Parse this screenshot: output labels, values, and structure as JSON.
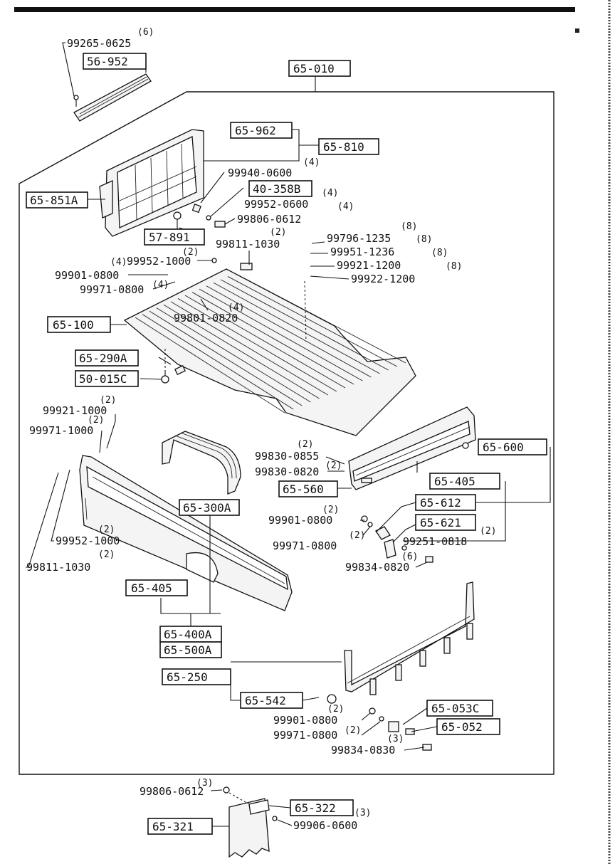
{
  "assembly_label": "65-010",
  "boxed_labels": [
    {
      "id": "56-952",
      "text": "56-952"
    },
    {
      "id": "65-962",
      "text": "65-962"
    },
    {
      "id": "65-810",
      "text": "65-810"
    },
    {
      "id": "40-358B",
      "text": "40-358B"
    },
    {
      "id": "65-851A",
      "text": "65-851A"
    },
    {
      "id": "57-891",
      "text": "57-891"
    },
    {
      "id": "65-100",
      "text": "65-100"
    },
    {
      "id": "65-290A",
      "text": "65-290A"
    },
    {
      "id": "50-015C",
      "text": "50-015C"
    },
    {
      "id": "65-600",
      "text": "65-600"
    },
    {
      "id": "65-560",
      "text": "65-560"
    },
    {
      "id": "65-405-r",
      "text": "65-405"
    },
    {
      "id": "65-612",
      "text": "65-612"
    },
    {
      "id": "65-621",
      "text": "65-621"
    },
    {
      "id": "65-300A",
      "text": "65-300A"
    },
    {
      "id": "65-405-l",
      "text": "65-405"
    },
    {
      "id": "65-400A",
      "text": "65-400A"
    },
    {
      "id": "65-500A",
      "text": "65-500A"
    },
    {
      "id": "65-250",
      "text": "65-250"
    },
    {
      "id": "65-542",
      "text": "65-542"
    },
    {
      "id": "65-053C",
      "text": "65-053C"
    },
    {
      "id": "65-052",
      "text": "65-052"
    },
    {
      "id": "65-322",
      "text": "65-322"
    },
    {
      "id": "65-321",
      "text": "65-321"
    }
  ],
  "part_numbers": [
    {
      "id": "p1",
      "text": "99265-0625"
    },
    {
      "id": "p2",
      "text": "99940-0600"
    },
    {
      "id": "p3",
      "text": "99952-0600"
    },
    {
      "id": "p4",
      "text": "99806-0612"
    },
    {
      "id": "p5",
      "text": "99811-1030"
    },
    {
      "id": "p6",
      "text": "99952-1000"
    },
    {
      "id": "p7",
      "text": "99901-0800"
    },
    {
      "id": "p8",
      "text": "99971-0800"
    },
    {
      "id": "p9",
      "text": "99801-0820"
    },
    {
      "id": "p10",
      "text": "99796-1235"
    },
    {
      "id": "p11",
      "text": "99951-1236"
    },
    {
      "id": "p12",
      "text": "99921-1200"
    },
    {
      "id": "p13",
      "text": "99922-1200"
    },
    {
      "id": "p14",
      "text": "99921-1000"
    },
    {
      "id": "p15",
      "text": "99971-1000"
    },
    {
      "id": "p16",
      "text": "99830-0855"
    },
    {
      "id": "p17",
      "text": "99830-0820"
    },
    {
      "id": "p18",
      "text": "99901-0800"
    },
    {
      "id": "p19",
      "text": "99971-0800"
    },
    {
      "id": "p20",
      "text": "99251-0818"
    },
    {
      "id": "p21",
      "text": "99834-0820"
    },
    {
      "id": "p22",
      "text": "99952-1000"
    },
    {
      "id": "p23",
      "text": "99811-1030"
    },
    {
      "id": "p24",
      "text": "99901-0800"
    },
    {
      "id": "p25",
      "text": "99971-0800"
    },
    {
      "id": "p26",
      "text": "99834-0830"
    },
    {
      "id": "p27",
      "text": "99806-0612"
    },
    {
      "id": "p28",
      "text": "99906-0600"
    }
  ],
  "quantities": [
    {
      "id": "q1",
      "text": "(6)"
    },
    {
      "id": "q2",
      "text": "(4)"
    },
    {
      "id": "q3",
      "text": "(4)"
    },
    {
      "id": "q4",
      "text": "(4)"
    },
    {
      "id": "q5",
      "text": "(2)"
    },
    {
      "id": "q6",
      "text": "(2)"
    },
    {
      "id": "q7",
      "text": "(4)"
    },
    {
      "id": "q8",
      "text": "(4)"
    },
    {
      "id": "q9",
      "text": "(4)"
    },
    {
      "id": "q10",
      "text": "(8)"
    },
    {
      "id": "q11",
      "text": "(8)"
    },
    {
      "id": "q12",
      "text": "(8)"
    },
    {
      "id": "q13",
      "text": "(8)"
    },
    {
      "id": "q14",
      "text": "(2)"
    },
    {
      "id": "q15",
      "text": "(2)"
    },
    {
      "id": "q16",
      "text": "(2)"
    },
    {
      "id": "q17",
      "text": "(2)"
    },
    {
      "id": "q18",
      "text": "(2)"
    },
    {
      "id": "q19",
      "text": "(2)"
    },
    {
      "id": "q20",
      "text": "(6)"
    },
    {
      "id": "q21",
      "text": "(2)"
    },
    {
      "id": "q22",
      "text": "(2)"
    },
    {
      "id": "q23",
      "text": "(2)"
    },
    {
      "id": "q24",
      "text": "(2)"
    },
    {
      "id": "q25",
      "text": "(2)"
    },
    {
      "id": "q26",
      "text": "(3)"
    },
    {
      "id": "q27",
      "text": "(3)"
    }
  ]
}
